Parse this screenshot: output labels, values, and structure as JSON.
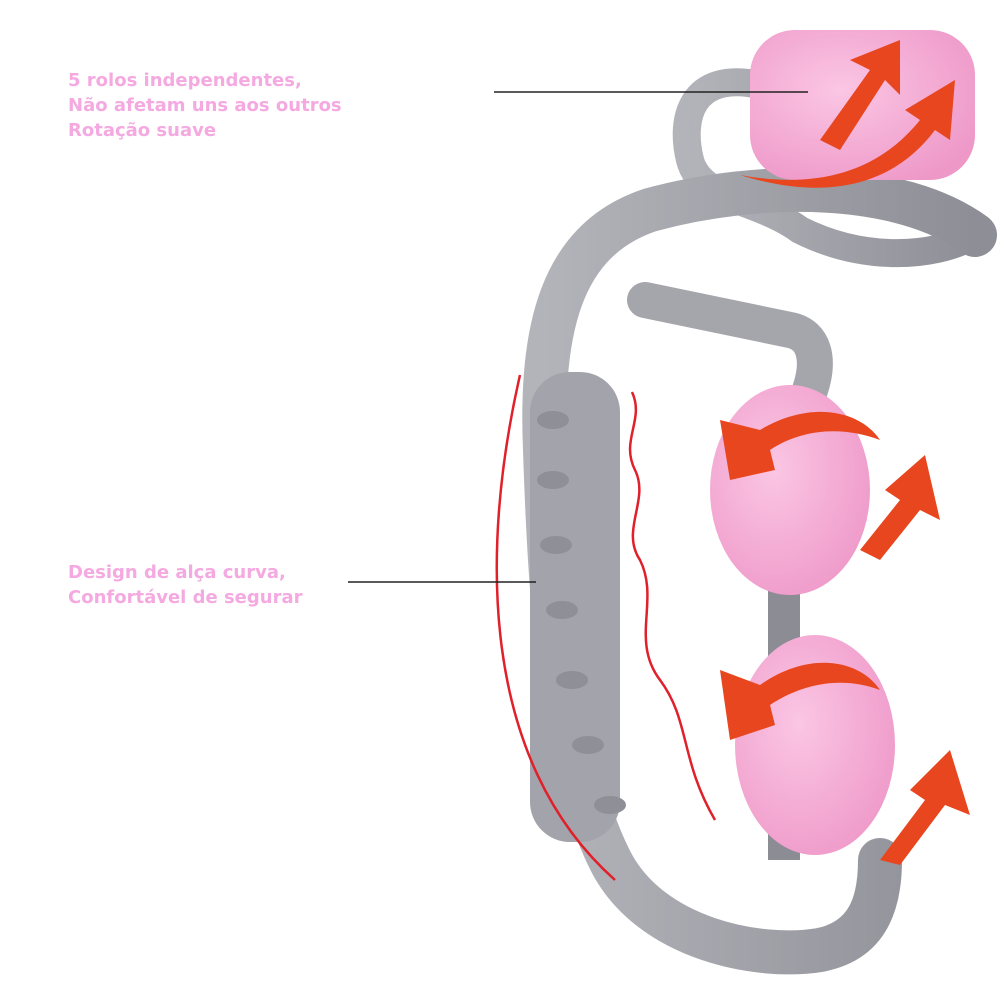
{
  "callouts": [
    {
      "lines": [
        "5 rolos independentes,",
        "Não afetam uns aos outros",
        "Rotação suave"
      ]
    },
    {
      "lines": [
        "Design de alça curva,",
        "Confortável de segurar"
      ]
    }
  ],
  "colors": {
    "text": "#f4a9e1",
    "handle": "#9e9ea6",
    "roller": "#f5aed6",
    "arrow": "#e8461e",
    "line": "#222222",
    "wave": "#e0202a"
  }
}
